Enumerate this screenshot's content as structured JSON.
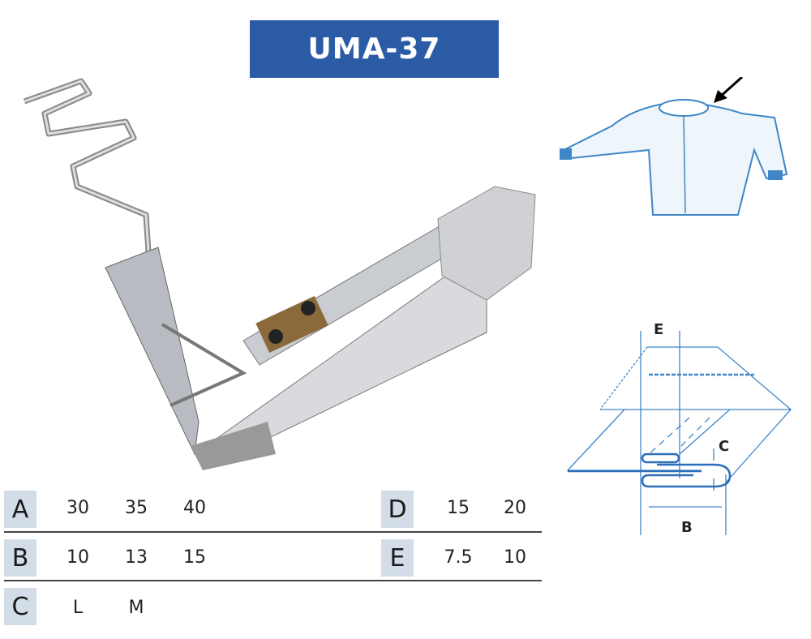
{
  "title": "UMA-37",
  "diagram_labels": {
    "e": "E",
    "c": "C",
    "b": "B"
  },
  "specs": {
    "A": {
      "label": "A",
      "values": [
        "30",
        "35",
        "40"
      ]
    },
    "B": {
      "label": "B",
      "values": [
        "10",
        "13",
        "15"
      ]
    },
    "C": {
      "label": "C",
      "values": [
        "L",
        "M"
      ]
    },
    "D": {
      "label": "D",
      "values": [
        "15",
        "20"
      ]
    },
    "E": {
      "label": "E",
      "values": [
        "7.5",
        "10"
      ]
    }
  },
  "colors": {
    "title_bg": "#2c5ba6",
    "diagram_line": "#3f86c8",
    "label_bg": "#d3dde8"
  }
}
